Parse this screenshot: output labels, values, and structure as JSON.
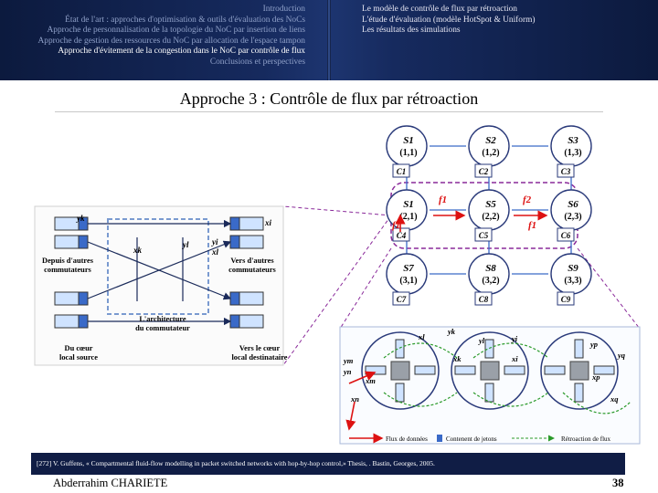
{
  "nav": {
    "outline": [
      "Introduction",
      "État de l'art : approches d'optimisation & outils d'évaluation des NoCs",
      "Approche de personnalisation de la topologie du NoC par insertion de liens",
      "Approche de gestion des ressources du NoC par allocation de l'espace tampon",
      "Approche d'évitement de la congestion dans le NoC par contrôle de flux",
      "Conclusions et perspectives"
    ],
    "subsections": [
      "Le modèle de contrôle de flux par rétroaction",
      "L'étude d'évaluation (modèle HotSpot & Uniform)",
      "Les résultats des simulations"
    ]
  },
  "slide": {
    "title": "Approche 3 : Contrôle de flux par rétroaction"
  },
  "switch_figure": {
    "labels": {
      "yk": "yk",
      "xi": "xi",
      "xk": "xk",
      "yl": "yl",
      "yi": "yi",
      "xl": "xl",
      "from_switches": "Depuis d'autres commutateurs",
      "to_switches": "Vers d'autres commutateurs",
      "architecture": "L'architecture du commutateur",
      "source": "Du cœur local source",
      "dest": "Vers le cœur local destinataire"
    }
  },
  "grid_figure": {
    "nodes": [
      {
        "s": "S1",
        "coord": "(1,1)",
        "c": "C1"
      },
      {
        "s": "S2",
        "coord": "(1,2)",
        "c": "C2"
      },
      {
        "s": "S3",
        "coord": "(1,3)",
        "c": "C3"
      },
      {
        "s": "S1",
        "coord": "(2,1)",
        "c": "C4"
      },
      {
        "s": "S5",
        "coord": "(2,2)",
        "c": "C5"
      },
      {
        "s": "S6",
        "coord": "(2,3)",
        "c": "C6"
      },
      {
        "s": "S7",
        "coord": "(3,1)",
        "c": "C7"
      },
      {
        "s": "S8",
        "coord": "(3,2)",
        "c": "C8"
      },
      {
        "s": "S9",
        "coord": "(3,3)",
        "c": "C9"
      }
    ],
    "flows": [
      "f1",
      "f2",
      "f1",
      "f1"
    ],
    "legend": {
      "data_flow": "Flux de données",
      "token_counter": "Contenent de jetons",
      "token_feedback": "Rétroaction de flux"
    },
    "node_labels": {
      "xl": "xl",
      "yk": "yk",
      "yl": "yl",
      "yi": "yi",
      "yp": "yp",
      "yq": "yq",
      "xk": "xk",
      "xi": "xi",
      "xp": "xp",
      "xm": "xm",
      "xn": "xn",
      "xq": "xq",
      "ym": "ym",
      "yn": "yn"
    }
  },
  "footer": {
    "citation": "[272] V. Guffens, « Compartmental fluid-flow modelling in packet switched networks with hop-by-hop control,» Thesis, . Bastin, Georges, 2005.",
    "author": "Abderrahim CHARIETE",
    "page": "38"
  }
}
